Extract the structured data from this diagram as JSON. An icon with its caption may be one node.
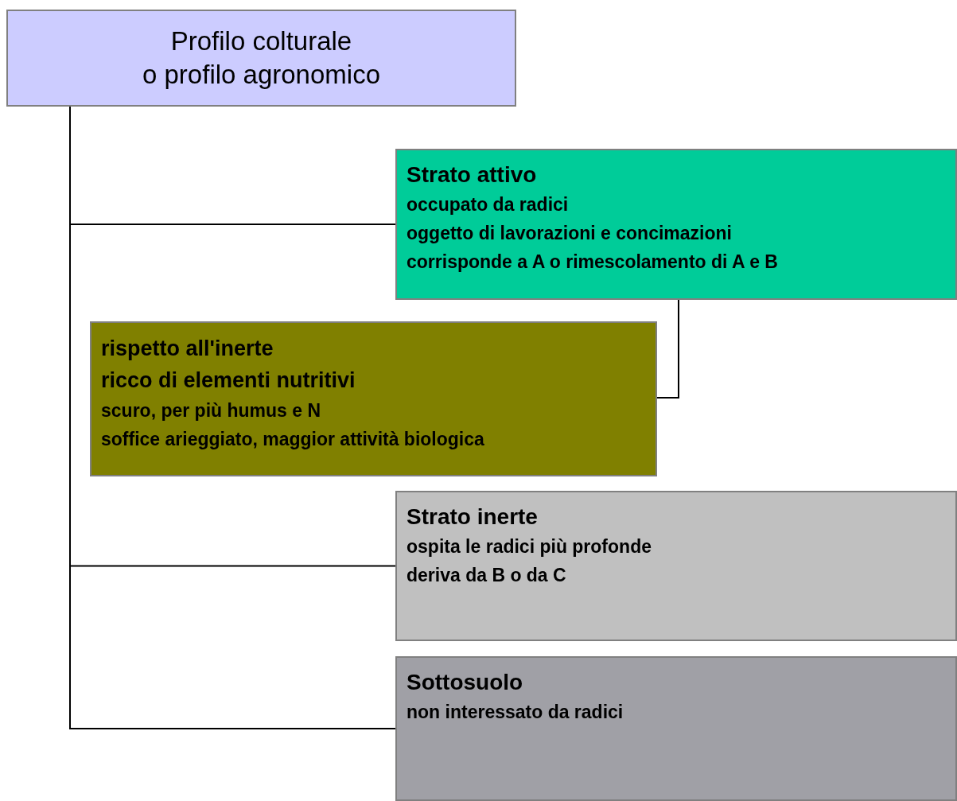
{
  "diagram": {
    "nodes": [
      {
        "text": [
          "Profilo colturale",
          "o profilo agronomico"
        ]
      },
      {
        "text": [
          "Strato attivo",
          "occupato da radici",
          "oggetto di lavorazioni e concimazioni",
          "corrisponde a A o rimescolamento di A e B"
        ]
      },
      {
        "text": [
          "rispetto all'inerte",
          "ricco di elementi nutritivi",
          "scuro, per più humus e N",
          "soffice arieggiato, maggior attività biologica"
        ]
      },
      {
        "text": [
          "Strato inerte",
          "ospita le radici più profonde",
          "deriva da B o da C"
        ]
      },
      {
        "text": [
          "Sottosuolo",
          "non interessato da radici"
        ]
      }
    ],
    "edges": [
      {
        "from": 0,
        "to": 1,
        "arrow": "none"
      },
      {
        "from": 1,
        "to": 2,
        "arrow": "none"
      },
      {
        "from": 0,
        "to": 3,
        "arrow": "none"
      },
      {
        "from": 0,
        "to": 4,
        "arrow": "none"
      }
    ]
  }
}
